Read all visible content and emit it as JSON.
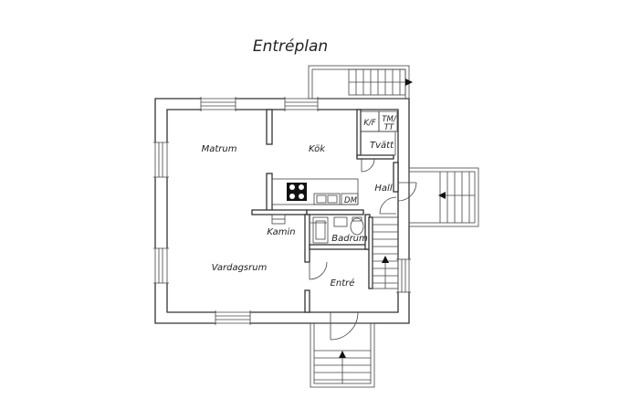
{
  "title": "Entréplan",
  "rooms": {
    "matrum": "Matrum",
    "kok": "Kök",
    "kf": "K/F",
    "tm": "TM/",
    "tt": "TT",
    "tvatt": "Tvätt",
    "hall": "Hall",
    "dm": "DM",
    "kamin": "Kamin",
    "badrum": "Badrum",
    "vardagsrum": "Vardagsrum",
    "entre": "Entré"
  }
}
